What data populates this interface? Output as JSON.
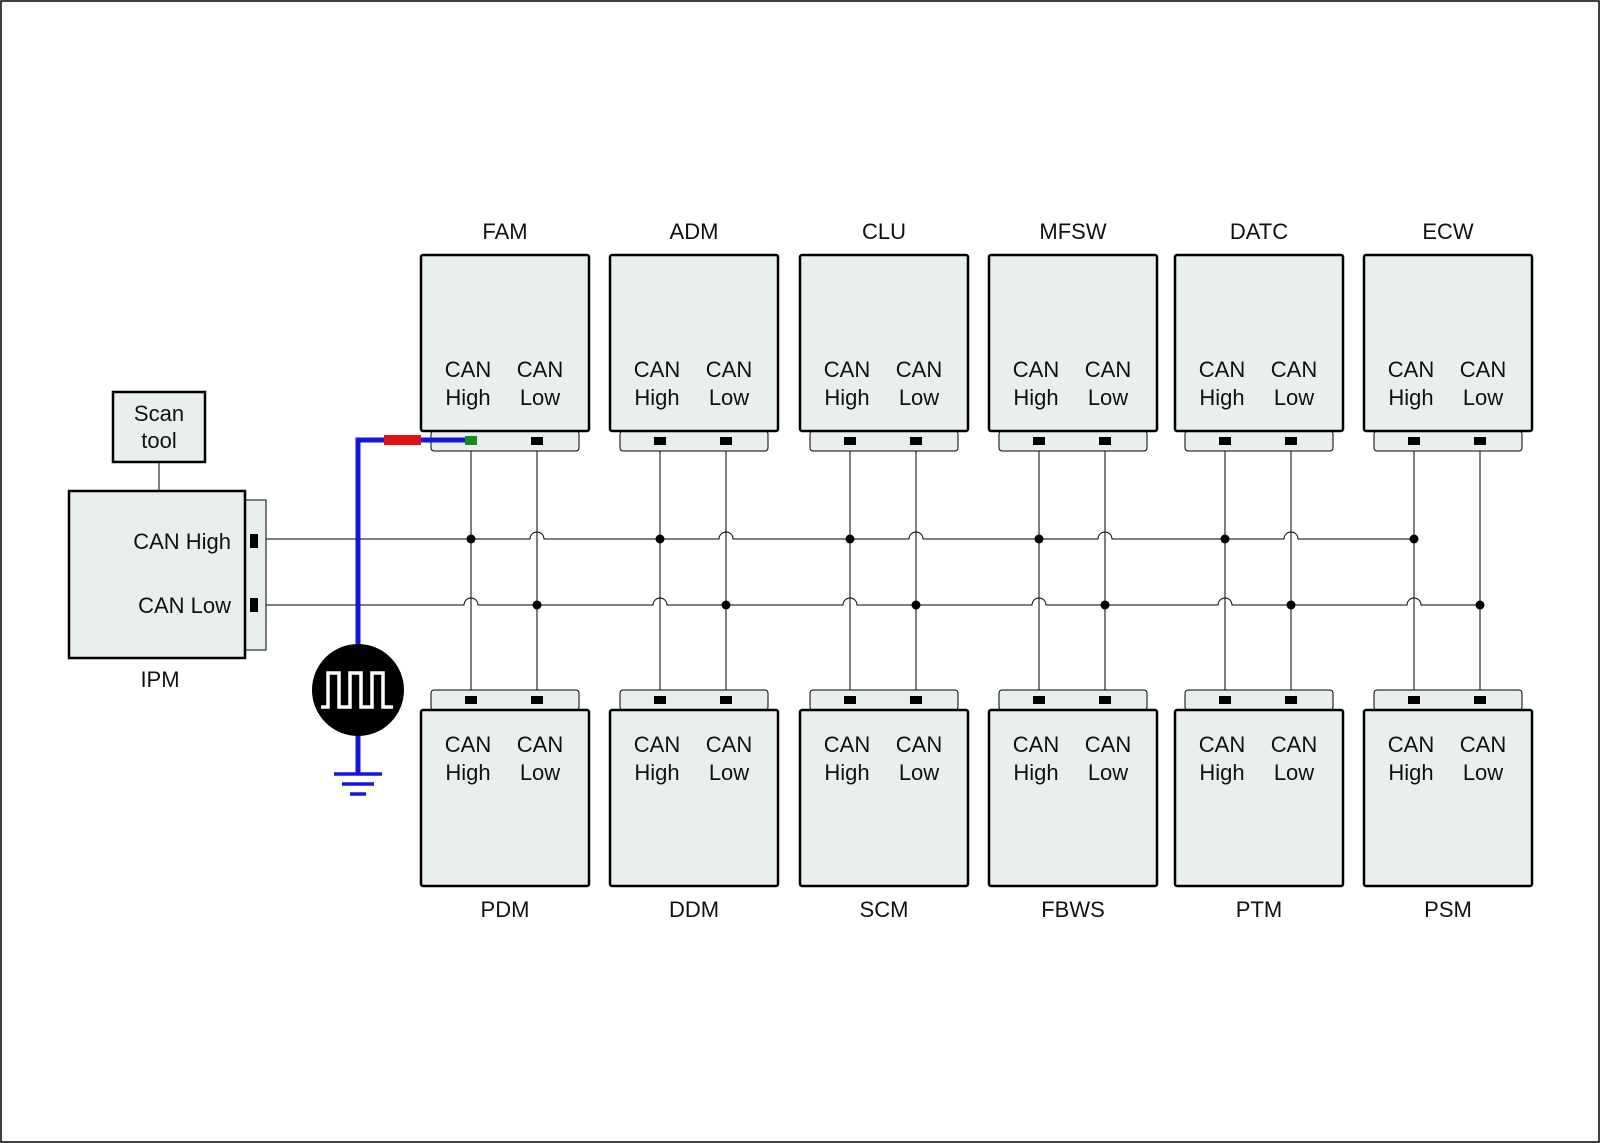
{
  "ipm": {
    "name": "IPM",
    "can_high": "CAN High",
    "can_low": "CAN Low"
  },
  "scan_tool": {
    "line1": "Scan",
    "line2": "tool"
  },
  "pin_labels": {
    "can": "CAN",
    "high": "High",
    "low": "Low"
  },
  "top_modules": [
    "FAM",
    "ADM",
    "CLU",
    "MFSW",
    "DATC",
    "ECW"
  ],
  "bottom_modules": [
    "PDM",
    "DDM",
    "SCM",
    "FBWS",
    "PTM",
    "PSM"
  ],
  "colors": {
    "highlight_text": "#1a8a1a",
    "probe_wire": "#1515e0",
    "probe_tip": "#e01010",
    "probe_contact": "#1a8a1a",
    "module_fill": "#e9eeee"
  },
  "icons": {
    "signal": "square-wave-generator-icon",
    "ground": "ground-icon"
  }
}
